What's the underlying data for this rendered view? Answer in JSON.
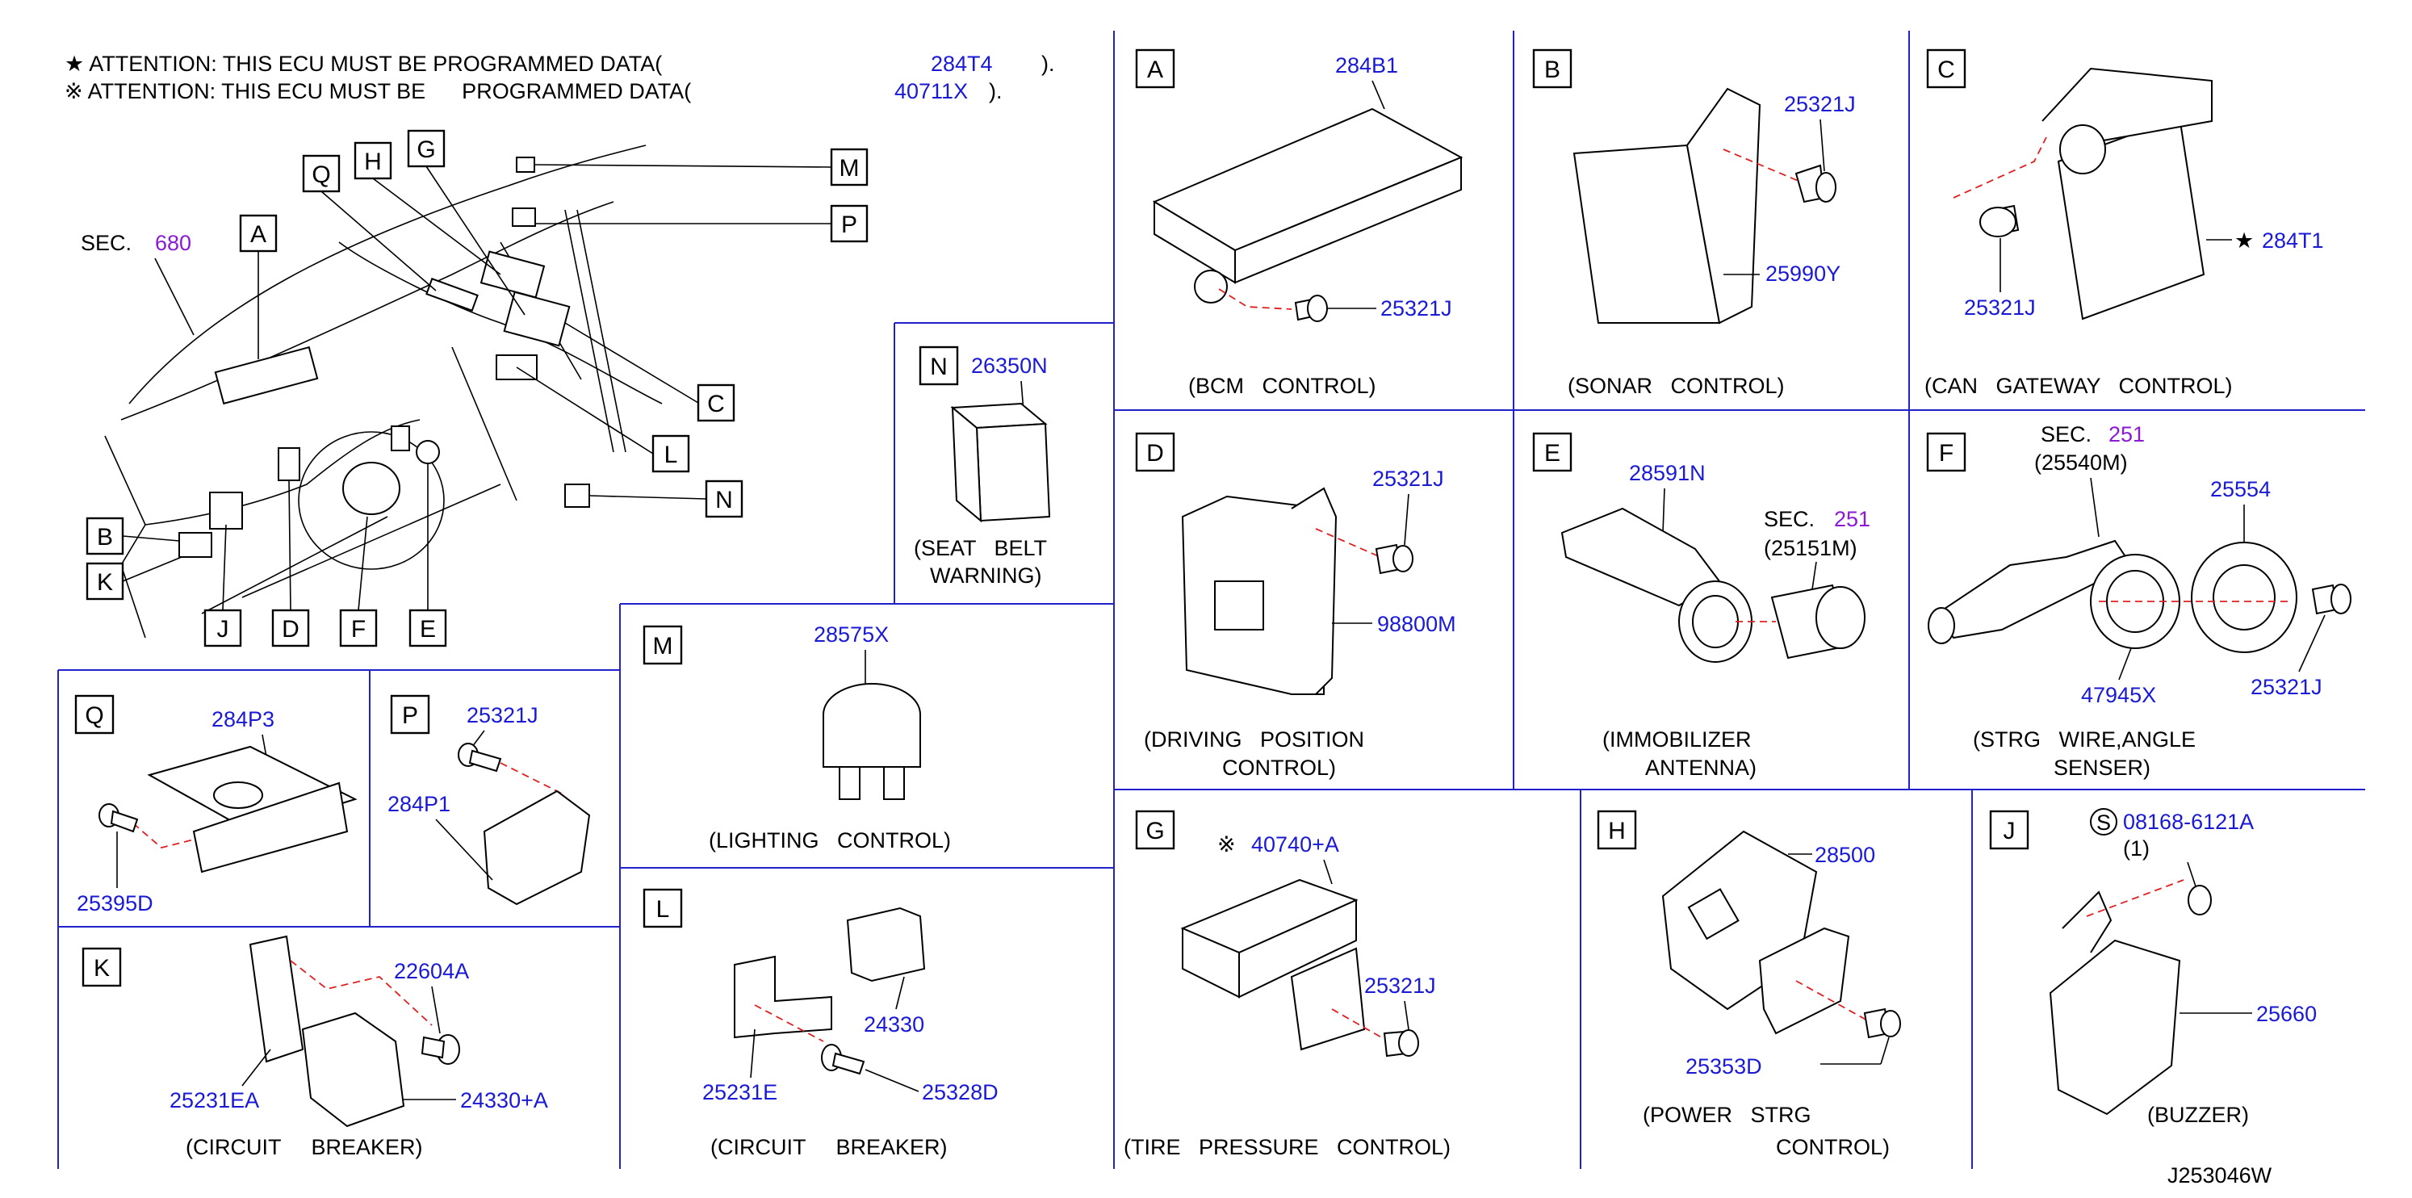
{
  "header": {
    "line1_prefix": "★ ATTENTION: THIS ECU MUST BE PROGRAMMED DATA(",
    "line1_part": "284T4",
    "line1_suffix": ").",
    "line2_prefix": "※ ATTENTION: THIS ECU MUST BE      PROGRAMMED DATA(",
    "line2_part": "40711X",
    "line2_suffix": ")."
  },
  "overview": {
    "sec_label": "SEC.",
    "sec_number": "680",
    "callouts": [
      "A",
      "Q",
      "H",
      "G",
      "M",
      "P",
      "C",
      "L",
      "N",
      "B",
      "K",
      "J",
      "D",
      "F",
      "E"
    ]
  },
  "panels": {
    "A": {
      "letter": "A",
      "parts": [
        "284B1",
        "25321J"
      ],
      "caption": "(BCM   CONTROL)"
    },
    "B": {
      "letter": "B",
      "parts": [
        "25321J",
        "25990Y"
      ],
      "caption": "(SONAR   CONTROL)"
    },
    "C": {
      "letter": "C",
      "parts": [
        "25321J",
        "284T1"
      ],
      "star": "★",
      "caption": "(CAN   GATEWAY   CONTROL)"
    },
    "N": {
      "letter": "N",
      "parts": [
        "26350N"
      ],
      "caption1": "(SEAT   BELT",
      "caption2": "WARNING)"
    },
    "D": {
      "letter": "D",
      "parts": [
        "25321J",
        "98800M"
      ],
      "caption1": "(DRIVING   POSITION",
      "caption2": "CONTROL)"
    },
    "E": {
      "letter": "E",
      "parts": [
        "28591N"
      ],
      "sec_label": "SEC.",
      "sec_number": "251",
      "sec_ref": "(25151M)",
      "caption1": "(IMMOBILIZER",
      "caption2": "ANTENNA)"
    },
    "F": {
      "letter": "F",
      "parts": [
        "25554",
        "47945X",
        "25321J"
      ],
      "sec_label": "SEC.",
      "sec_number": "251",
      "sec_ref": "(25540M)",
      "caption1": "(STRG   WIRE,ANGLE",
      "caption2": "SENSER)"
    },
    "M": {
      "letter": "M",
      "parts": [
        "28575X"
      ],
      "caption": "(LIGHTING   CONTROL)"
    },
    "Q": {
      "letter": "Q",
      "parts": [
        "284P3",
        "25395D"
      ]
    },
    "P": {
      "letter": "P",
      "parts": [
        "25321J",
        "284P1"
      ]
    },
    "L": {
      "letter": "L",
      "parts": [
        "24330",
        "25231E",
        "25328D"
      ],
      "caption": "(CIRCUIT     BREAKER)"
    },
    "K": {
      "letter": "K",
      "parts": [
        "22604A",
        "25231EA",
        "24330+A"
      ],
      "caption": "(CIRCUIT     BREAKER)"
    },
    "G": {
      "letter": "G",
      "mark": "※",
      "parts": [
        "40740+A",
        "25321J"
      ],
      "caption": "(TIRE   PRESSURE   CONTROL)"
    },
    "H": {
      "letter": "H",
      "parts": [
        "28500",
        "25353D"
      ],
      "caption1": "(POWER   STRG",
      "caption2": "CONTROL)"
    },
    "J": {
      "letter": "J",
      "bolt_symbol": "S",
      "parts": [
        "08168-6121A",
        "25660"
      ],
      "qty": "(1)",
      "caption": "(BUZZER)"
    }
  },
  "footer": {
    "drawing_id": "J253046W"
  },
  "colors": {
    "part_number": "#1a1ad6",
    "section": "#8a1ad6",
    "divider": "#2222cc",
    "dash": "#e02020"
  }
}
